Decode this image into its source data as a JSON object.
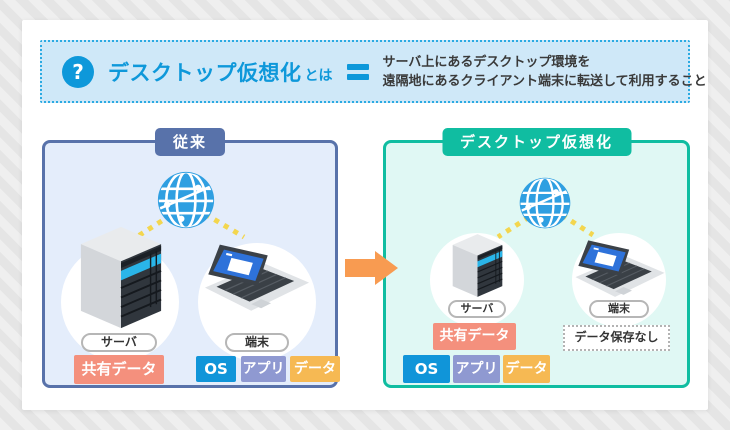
{
  "header": {
    "icon_glyph": "?",
    "title": "デスクトップ仮想化",
    "title_suffix": "とは",
    "description_line1": "サーバ上にあるデスクトップ環境を",
    "description_line2": "遠隔地にあるクライアント端末に転送して利用すること"
  },
  "conventional_panel": {
    "badge": "従来",
    "server_label": "サーバ",
    "server_tag": "共有データ",
    "client_label": "端末",
    "client_tags": [
      "OS",
      "アプリ",
      "データ"
    ]
  },
  "virtualization_panel": {
    "badge": "デスクトップ仮想化",
    "server_label": "サーバ",
    "server_tag": "共有データ",
    "server_tags": [
      "OS",
      "アプリ",
      "データ"
    ],
    "client_label": "端末",
    "client_note": "データ保存なし"
  },
  "icons": {
    "question": "question-icon",
    "equals": "equals-icon",
    "globe": "globe-icon",
    "server": "server-icon",
    "laptop": "laptop-icon",
    "arrow": "arrow-right-icon"
  },
  "colors": {
    "accent_blue": "#0e98da",
    "header_bg": "#cfe8f8",
    "header_border": "#2baae2",
    "conventional_primary": "#5872aa",
    "conventional_bg": "#e4edfb",
    "virtual_primary": "#10bda1",
    "virtual_bg": "#e0f8f4",
    "arrow_orange": "#f89b51",
    "tag_shared_data": "#f4907d",
    "tag_os": "#1095d9",
    "tag_app": "#8f99d1",
    "tag_data": "#f6b953",
    "globe_blue": "#2f9fe1",
    "connector_yellow": "#f3d64e",
    "text_dark": "#3a3a3a"
  }
}
